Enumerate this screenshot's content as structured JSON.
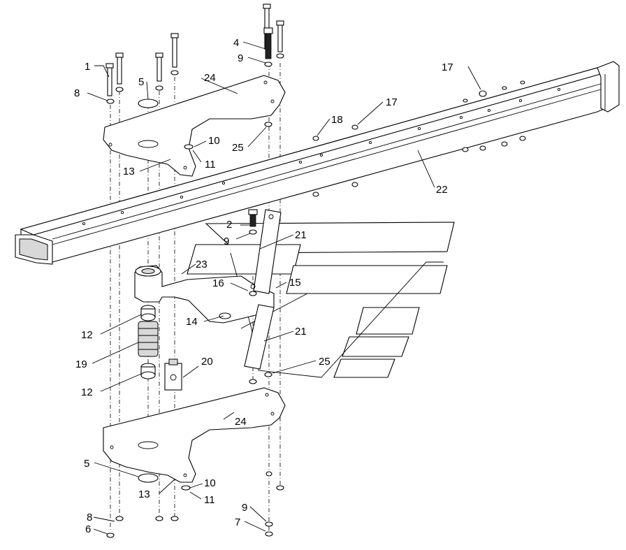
{
  "labels": {
    "l1": "1",
    "l2": "2",
    "l4": "4",
    "l5a": "5",
    "l5b": "5",
    "l6": "6",
    "l7": "7",
    "l8a": "8",
    "l8b": "8",
    "l9a": "9",
    "l9b": "9",
    "l9c": "9",
    "l10a": "10",
    "l10b": "10",
    "l11a": "11",
    "l11b": "11",
    "l12a": "12",
    "l12b": "12",
    "l13a": "13",
    "l13b": "13",
    "l14": "14",
    "l15": "15",
    "l16": "16",
    "l17a": "17",
    "l17b": "17",
    "l18": "18",
    "l19": "19",
    "l20": "20",
    "l21a": "21",
    "l21b": "21",
    "l22": "22",
    "l23": "23",
    "l24a": "24",
    "l24b": "24",
    "l25a": "25",
    "l25b": "25"
  }
}
